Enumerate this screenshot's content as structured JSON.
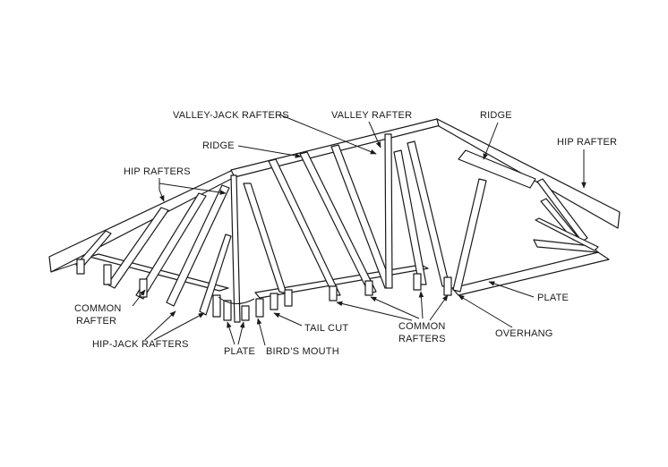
{
  "labels": {
    "valley_jack_rafters": "VALLEY-JACK RAFTERS",
    "valley_rafter": "VALLEY RAFTER",
    "ridge_left": "RIDGE",
    "ridge_right": "RIDGE",
    "hip_rafter": "HIP RAFTER",
    "hip_rafters": "HIP RAFTERS",
    "common_rafter_line1": "COMMON",
    "common_rafter_line2": "RAFTER",
    "hip_jack_rafters": "HIP-JACK RAFTERS",
    "plate_bottom": "PLATE",
    "birds_mouth": "BIRD’S MOUTH",
    "tail_cut": "TAIL CUT",
    "common_rafters_line1": "COMMON",
    "common_rafters_line2": "RAFTERS",
    "overhang": "OVERHANG",
    "plate_right": "PLATE"
  },
  "colors": {
    "stroke": "#1a1a1a",
    "fill": "#ffffff"
  }
}
